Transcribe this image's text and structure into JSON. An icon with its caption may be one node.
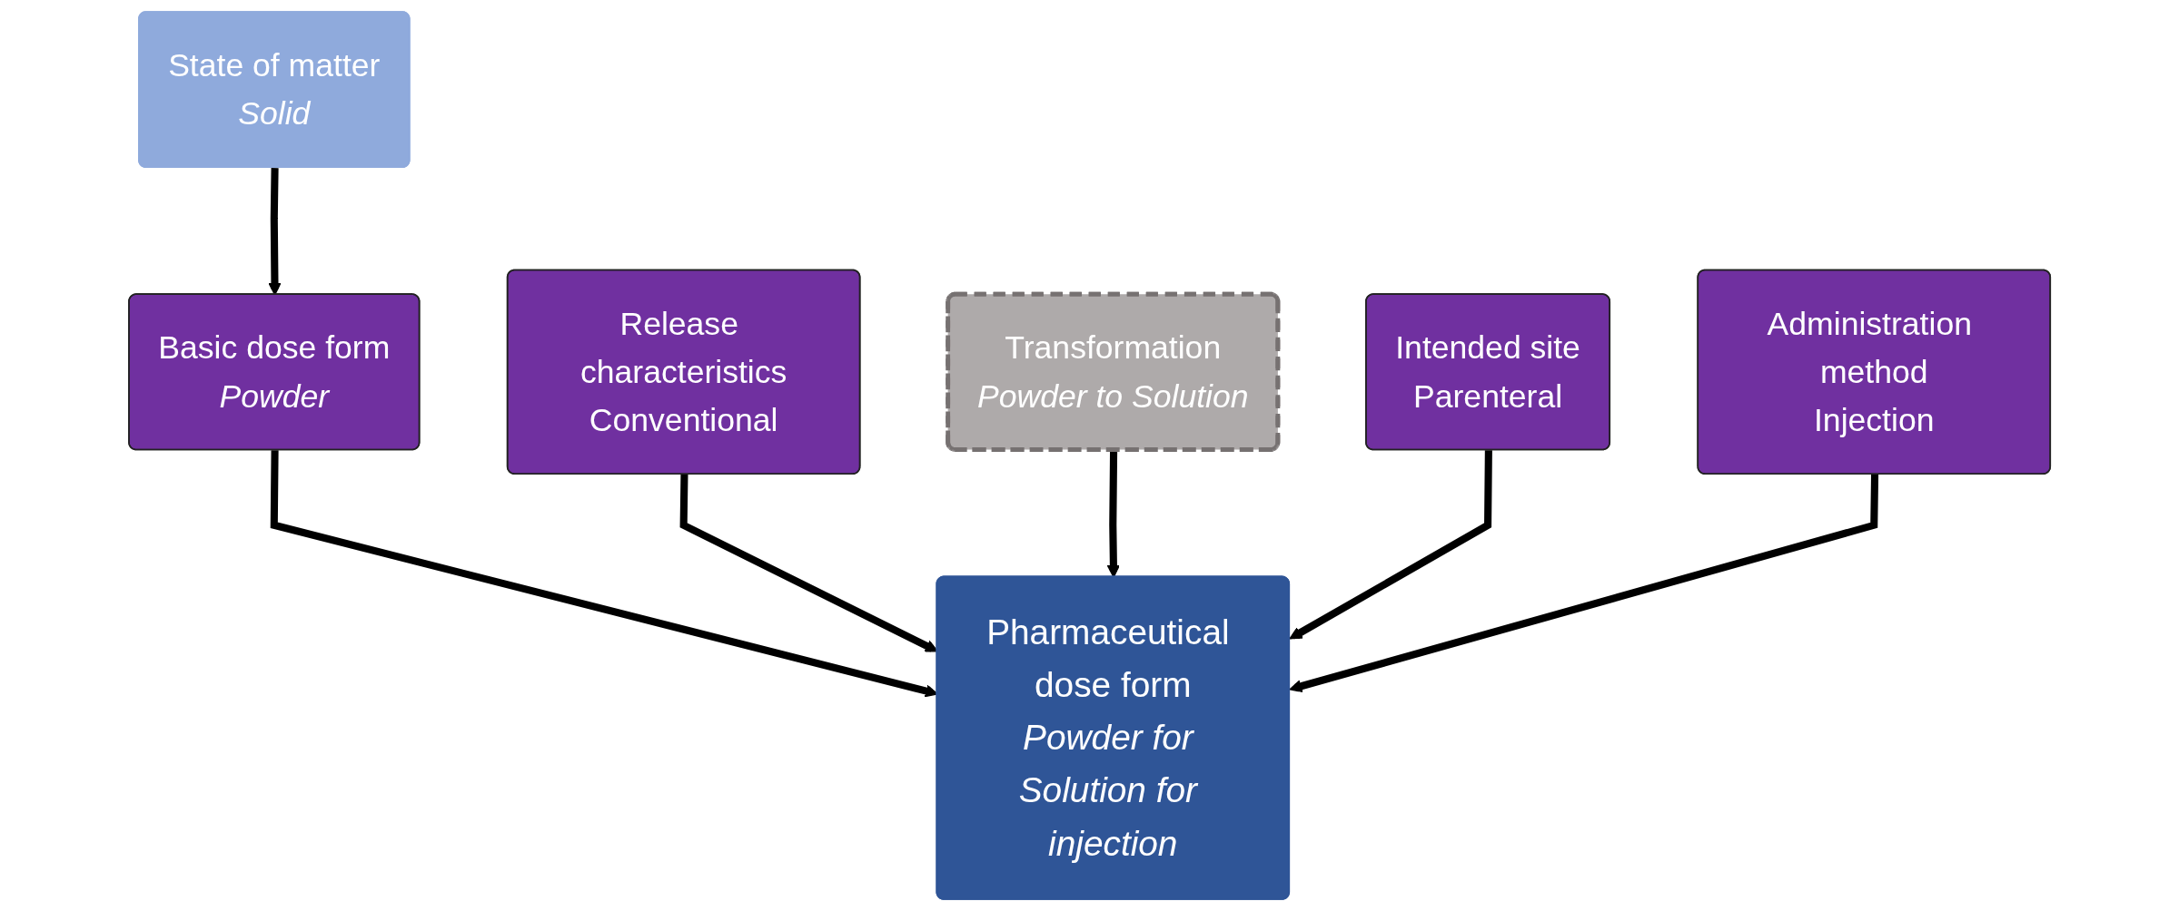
{
  "diagram": {
    "nodes": [
      {
        "text": [
          "State of matter",
          "Solid"
        ]
      },
      {
        "text": [
          "Basic dose form",
          "Powder"
        ]
      },
      {
        "text": [
          "Pharmaceutical dose form",
          "Powder for Solution for injection"
        ]
      },
      {
        "text": [
          "Release characteristics",
          "Conventional"
        ]
      },
      {
        "text": [
          "Transformation",
          "Powder to Solution"
        ]
      },
      {
        "text": [
          "Intended site",
          "Parenteral"
        ]
      },
      {
        "text": [
          "Administration method",
          "Injection"
        ]
      }
    ],
    "edges": [
      {
        "from": 0,
        "to": 1,
        "arrow": "to"
      },
      {
        "from": 1,
        "to": 2,
        "arrow": "to"
      },
      {
        "from": 3,
        "to": 2,
        "arrow": "to"
      },
      {
        "from": 4,
        "to": 2,
        "arrow": "to"
      },
      {
        "from": 5,
        "to": 2,
        "arrow": "to"
      },
      {
        "from": 6,
        "to": 2,
        "arrow": "to"
      }
    ]
  }
}
